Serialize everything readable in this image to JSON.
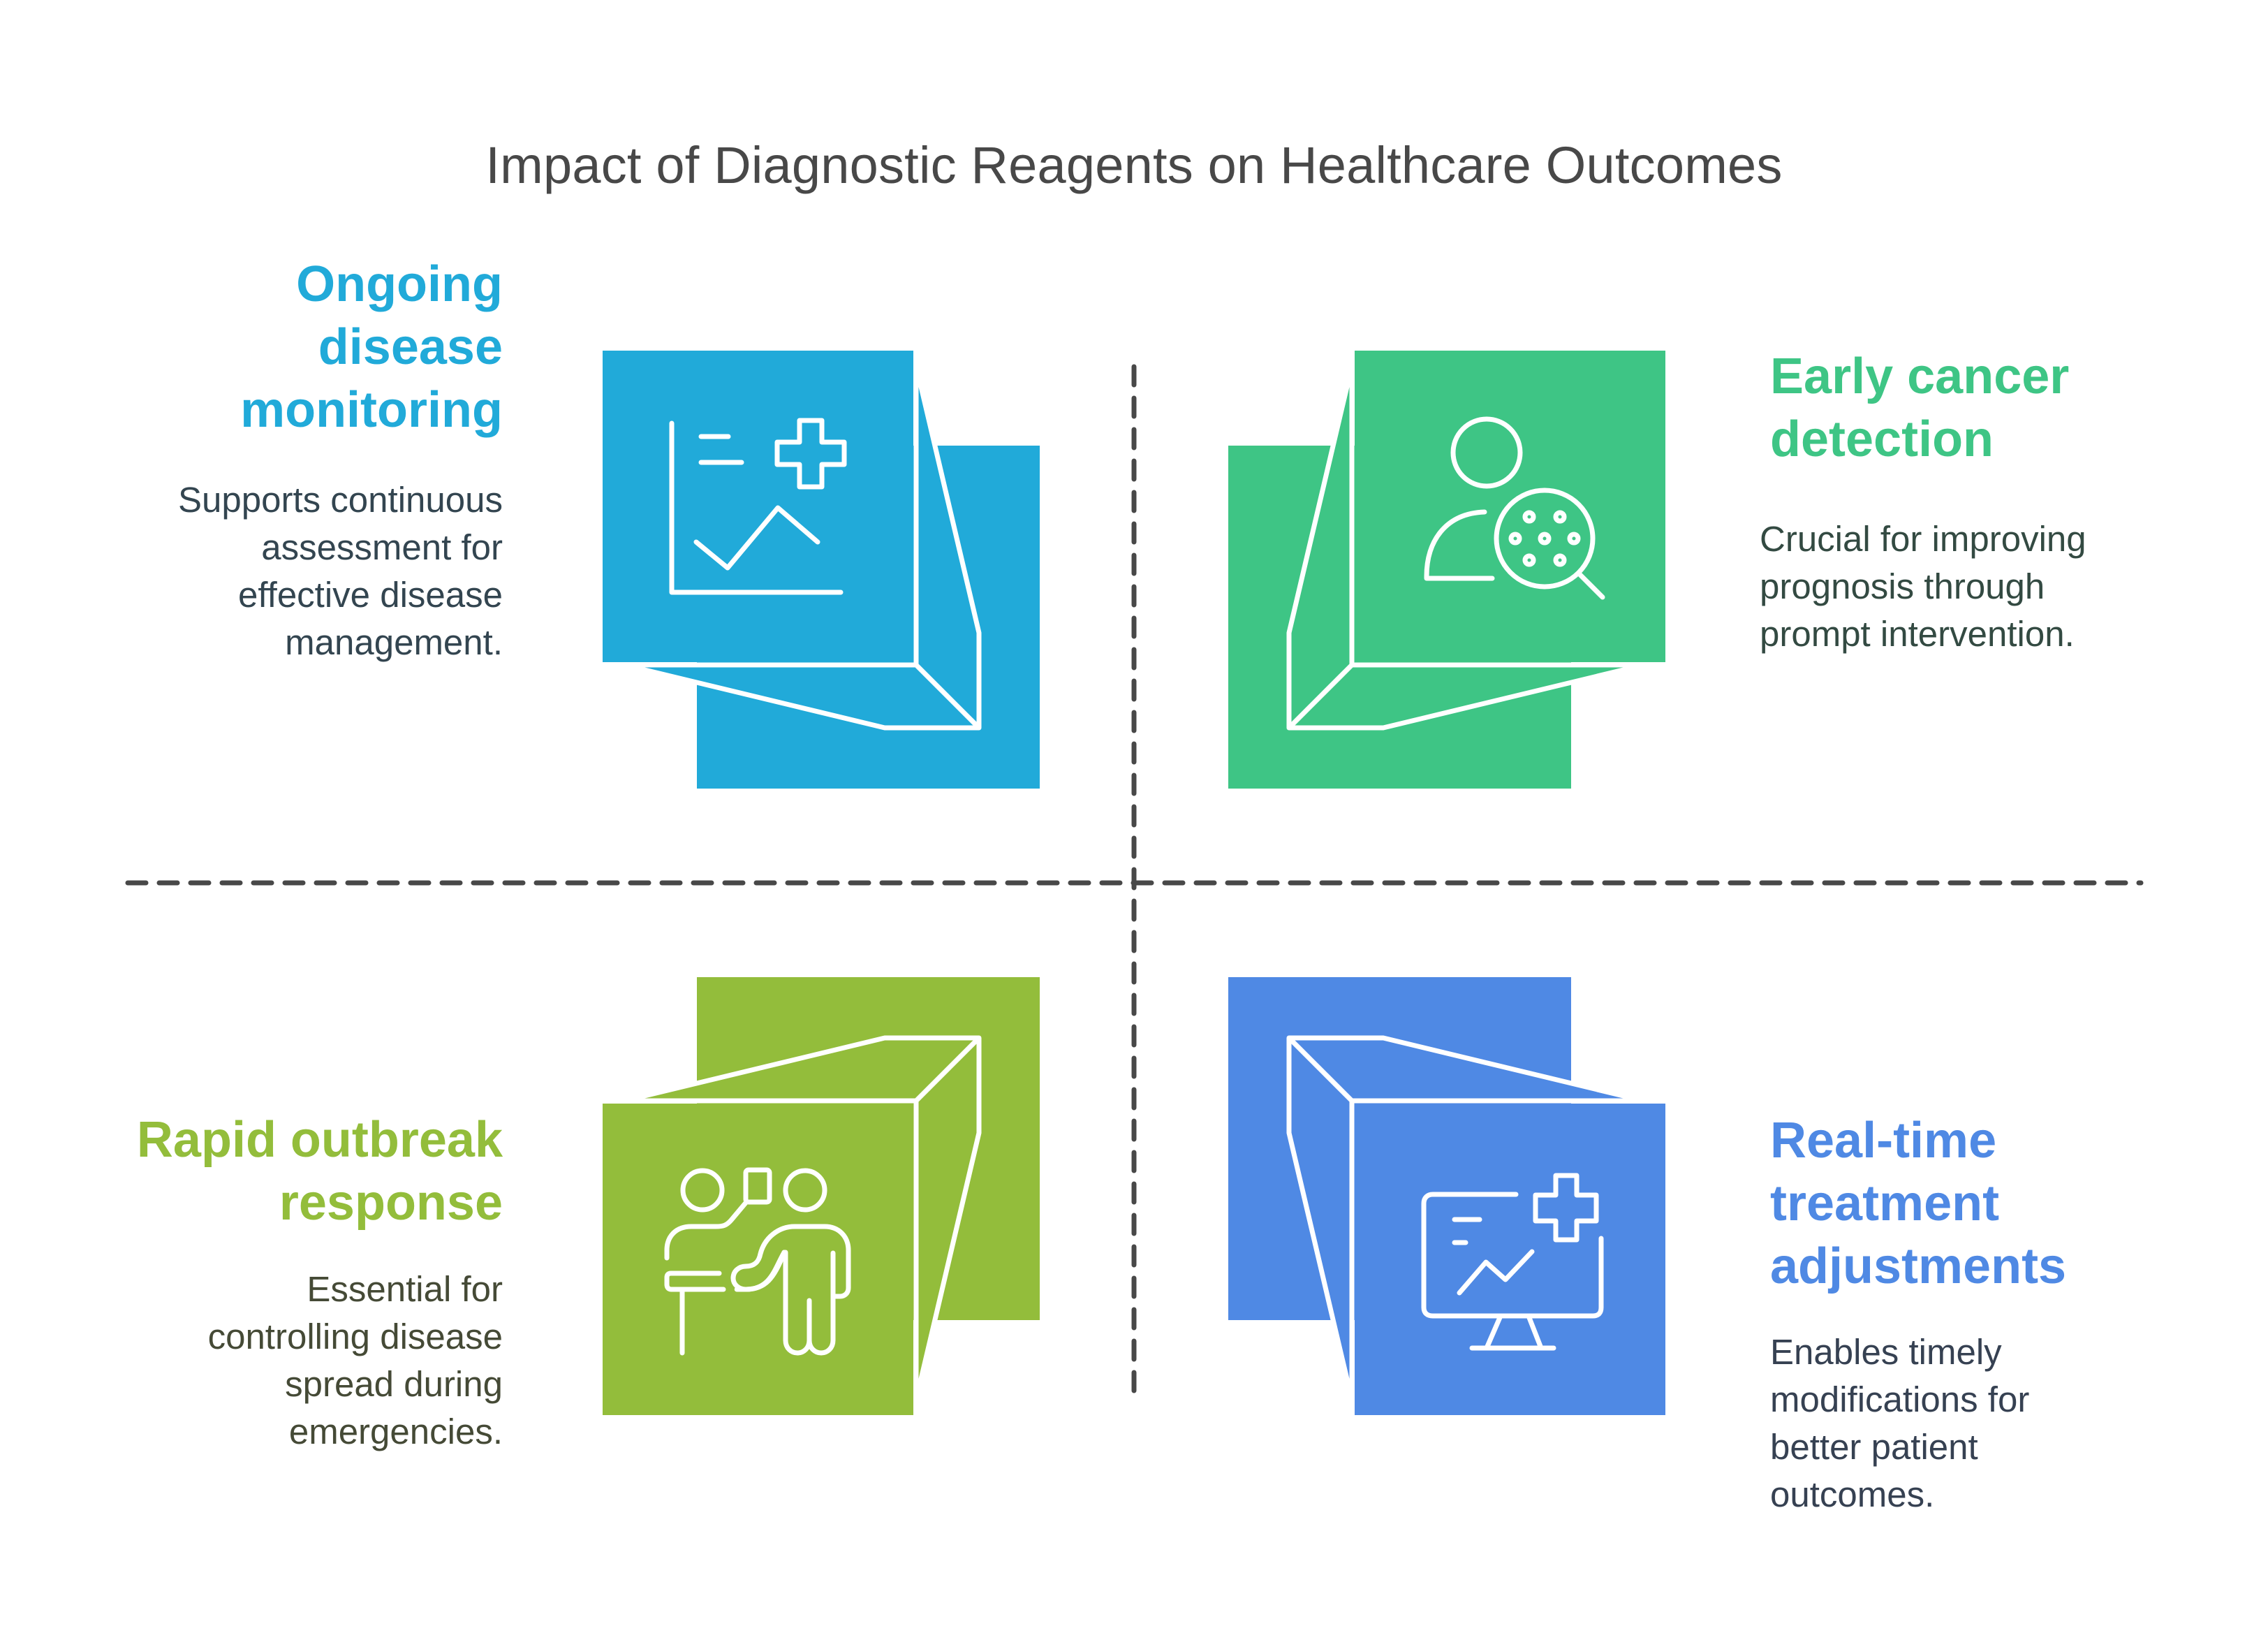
{
  "title": "Impact of Diagnostic Reagents on Healthcare Outcomes",
  "quadrants": [
    {
      "id": "top-left",
      "heading": [
        "Ongoing",
        "disease",
        "monitoring"
      ],
      "description": [
        "Supports continuous",
        "assessment for",
        "effective disease",
        "management."
      ],
      "icon": "chart-medical-cross-icon",
      "color": "#21AAD9",
      "text_color": "#334550"
    },
    {
      "id": "top-right",
      "heading": [
        "Early cancer",
        "detection"
      ],
      "description": [
        "Crucial for improving",
        "prognosis through",
        "prompt intervention."
      ],
      "icon": "person-magnifier-cells-icon",
      "color": "#3EC585",
      "text_color": "#334a42"
    },
    {
      "id": "bottom-left",
      "heading": [
        "Rapid outbreak",
        "response"
      ],
      "description": [
        "Essential for",
        "controlling disease",
        "spread during",
        "emergencies."
      ],
      "icon": "presenter-audience-icon",
      "color": "#93BD3B",
      "text_color": "#454a36"
    },
    {
      "id": "bottom-right",
      "heading": [
        "Real-time",
        "treatment",
        "adjustments"
      ],
      "description": [
        "Enables timely",
        "modifications for",
        "better patient",
        "outcomes."
      ],
      "icon": "monitor-chart-medical-cross-icon",
      "color": "#4F89E4",
      "text_color": "#364152"
    }
  ],
  "divider_color": "#484848"
}
